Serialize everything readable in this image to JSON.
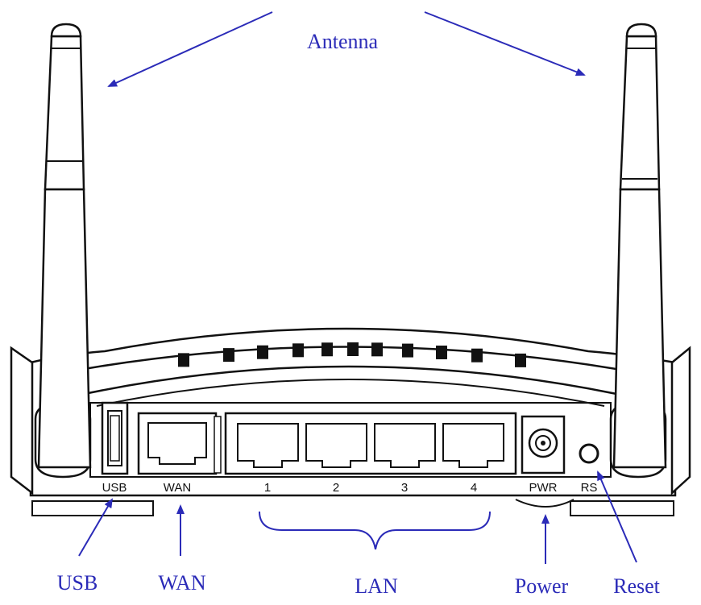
{
  "callouts": {
    "antenna": "Antenna",
    "usb": "USB",
    "wan": "WAN",
    "lan": "LAN",
    "power": "Power",
    "reset": "Reset"
  },
  "port_labels": {
    "usb": "USB",
    "wan": "WAN",
    "lan1": "1",
    "lan2": "2",
    "lan3": "3",
    "lan4": "4",
    "pwr": "PWR",
    "rs": "RS"
  },
  "colors": {
    "callout_blue": "#2b2bb8",
    "line_art": "#111111",
    "led_fill": "#111111"
  }
}
